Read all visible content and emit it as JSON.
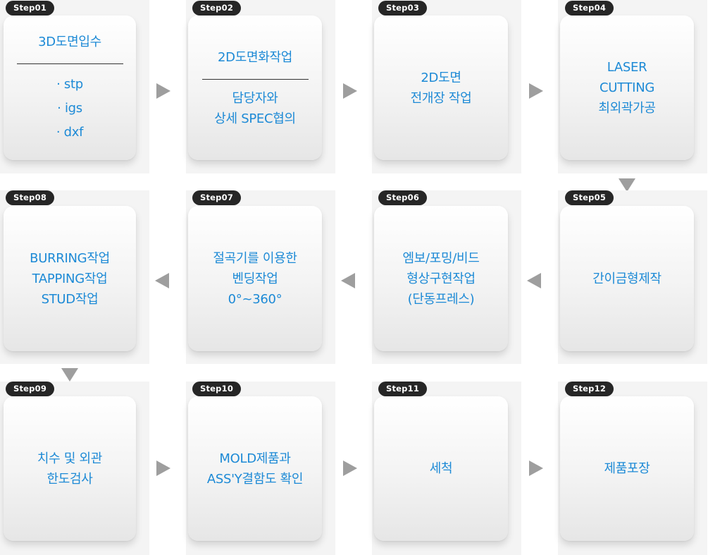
{
  "steps": [
    {
      "label": "Step01",
      "header": "3D도면입수",
      "bullets": [
        "· stp",
        "· igs",
        "· dxf"
      ]
    },
    {
      "label": "Step02",
      "header": "2D도면화작업",
      "lines": [
        "담당자와",
        "상세 SPEC협의"
      ]
    },
    {
      "label": "Step03",
      "lines": [
        "2D도면",
        "전개장 작업"
      ]
    },
    {
      "label": "Step04",
      "lines": [
        "LASER",
        "CUTTING",
        "최외곽가공"
      ]
    },
    {
      "label": "Step05",
      "lines": [
        "간이금형제작"
      ]
    },
    {
      "label": "Step06",
      "lines": [
        "엠보/포밍/비드",
        "형상구현작업",
        "(단동프레스)"
      ]
    },
    {
      "label": "Step07",
      "lines": [
        "절곡기를 이용한",
        "벤딩작업",
        "0°~360°"
      ]
    },
    {
      "label": "Step08",
      "lines": [
        "BURRING작업",
        "TAPPING작업",
        "STUD작업"
      ]
    },
    {
      "label": "Step09",
      "lines": [
        "치수 및 외관",
        "한도검사"
      ]
    },
    {
      "label": "Step10",
      "lines": [
        "MOLD제품과",
        "ASS'Y결함도 확인"
      ]
    },
    {
      "label": "Step11",
      "lines": [
        "세척"
      ]
    },
    {
      "label": "Step12",
      "lines": [
        "제품포장"
      ]
    }
  ],
  "colors": {
    "accent": "#1d8ad6",
    "badge": "#262626",
    "arrow": "#9e9e9e"
  }
}
